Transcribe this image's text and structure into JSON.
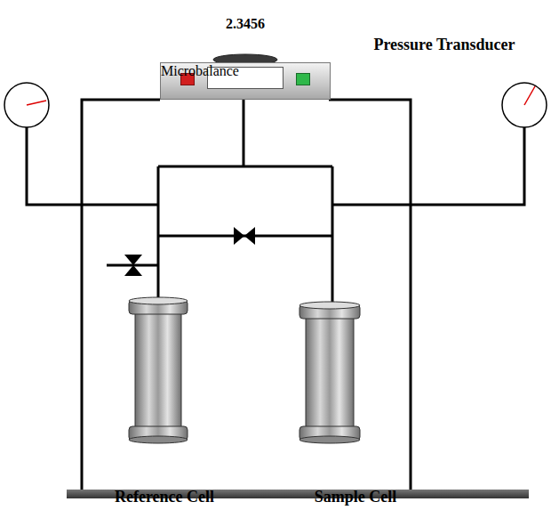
{
  "diagram": {
    "nodes": [
      {
        "text": [
          "Microbalance"
        ]
      },
      {
        "text": [
          "2.3456"
        ],
        "in": 0
      }
    ],
    "labels": [
      "Pressure Transducer",
      "Reference Cell",
      "Sample Cell"
    ]
  }
}
